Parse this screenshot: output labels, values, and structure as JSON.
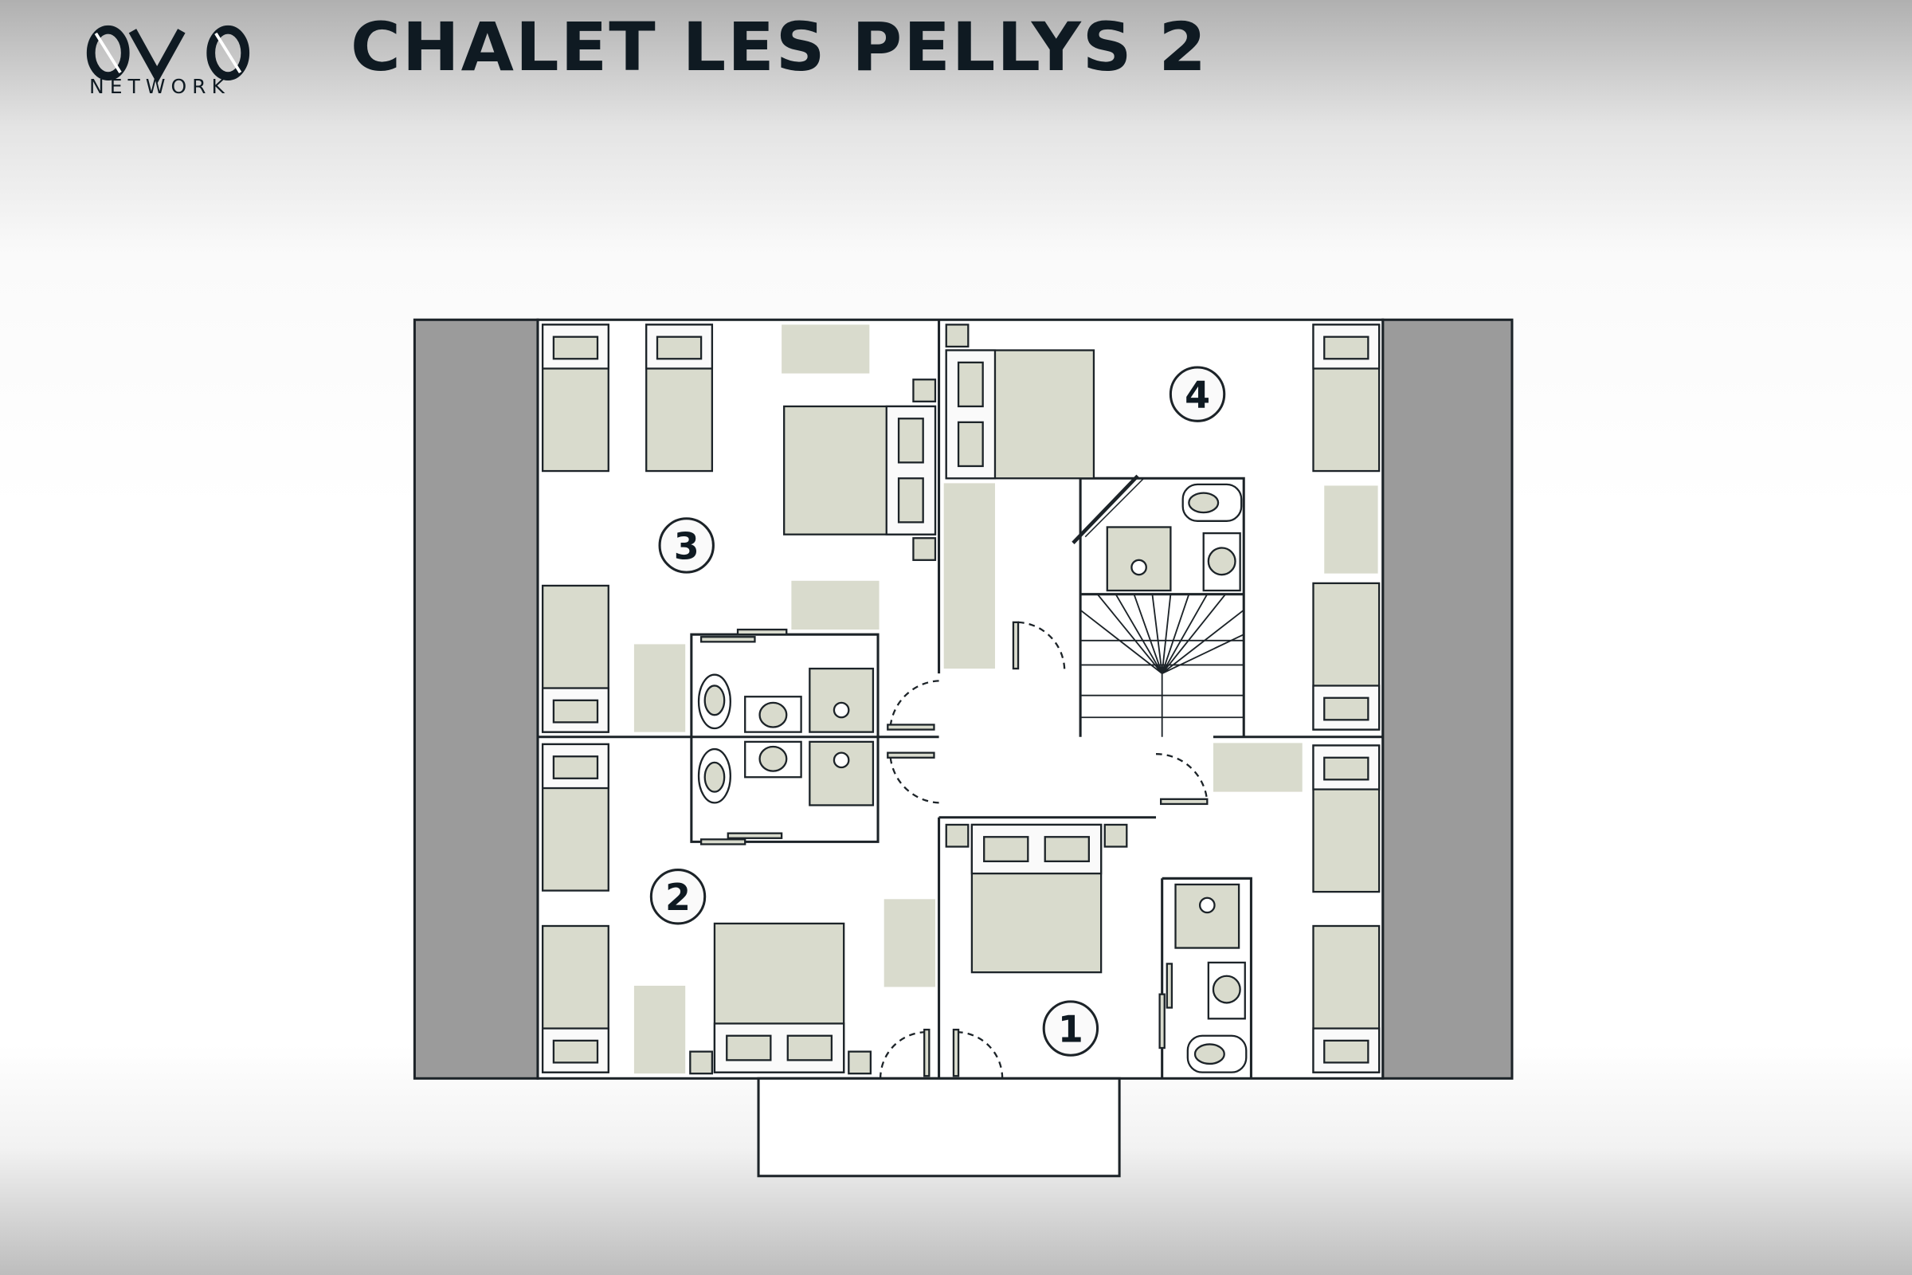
{
  "brand": {
    "logo_text": "NETWORK",
    "logo_mark": "OVO"
  },
  "header": {
    "title": "CHALET LES PELLYS 2"
  },
  "rooms": [
    {
      "number": "1"
    },
    {
      "number": "2"
    },
    {
      "number": "3"
    },
    {
      "number": "4"
    }
  ],
  "colors": {
    "furniture": "#d9dbcd",
    "exterior": "#9b9b9b",
    "line": "#1c2328",
    "ink": "#0f1a22"
  }
}
